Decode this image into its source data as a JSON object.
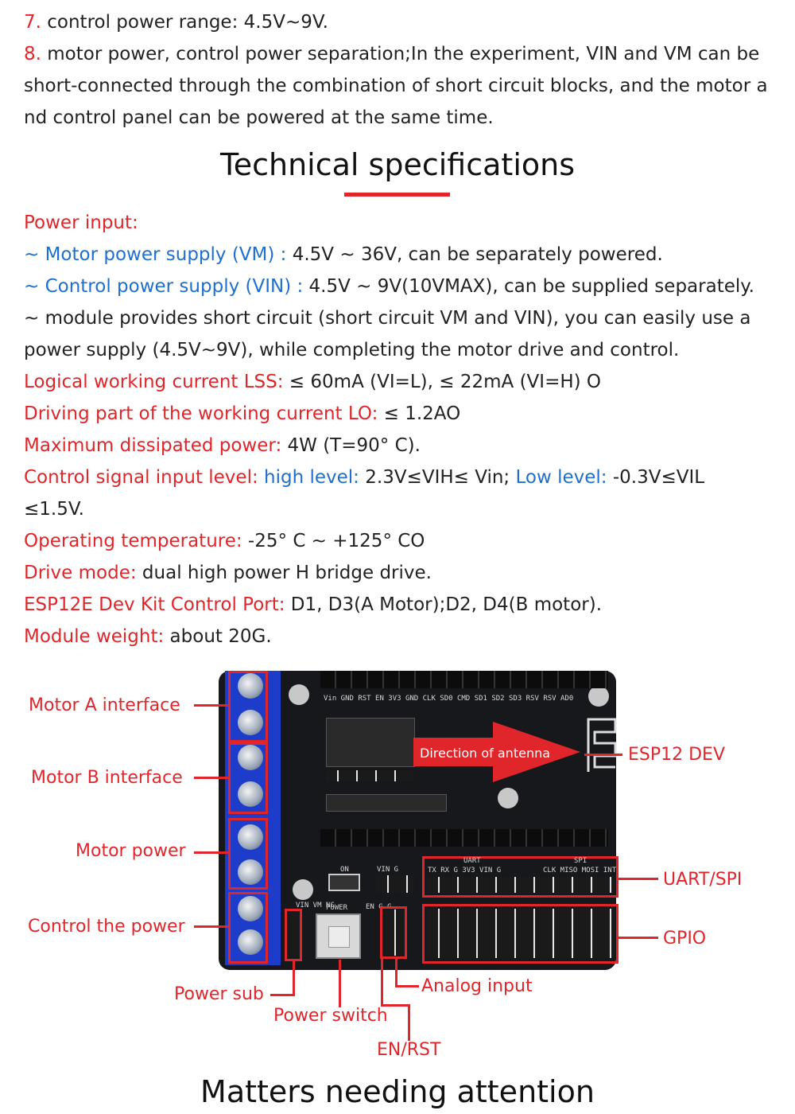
{
  "intro": {
    "item7_num": "7.",
    "item7_text": " control power range: 4.5V~9V.",
    "item8_num": "8.",
    "item8_line1": " motor power, control power separation;In the experiment, VIN and VM can be",
    "item8_line2": "short-connected through the combination of short circuit blocks, and the motor a",
    "item8_line3": "nd control panel can be powered at the same time."
  },
  "heading1": "Technical specifications",
  "specs": {
    "power_input": "Power input:",
    "vm_label": "~ Motor power supply (VM) :",
    "vm_value": " 4.5V ~ 36V, can be separately powered.",
    "vin_label": "~ Control power supply (VIN) :",
    "vin_value": " 4.5V ~ 9V(10VMAX), can be supplied separately.",
    "module_line1": "~ module provides short circuit (short circuit VM and VIN), you can easily use a",
    "module_line2": "power supply (4.5V~9V), while completing the motor drive and control.",
    "lss_label": "Logical working current LSS:",
    "lss_value": " ≤ 60mA (VI=L), ≤ 22mA (VI=H) O",
    "lo_label": "Driving part of the working current LO:",
    "lo_value": " ≤ 1.2AO",
    "pd_label": "Maximum dissipated power:",
    "pd_value": " 4W (T=90° C).",
    "sig_label": "Control signal input level:",
    "sig_high_label": " high level:",
    "sig_high_value": " 2.3V≤VIH≤ Vin;",
    "sig_low_label": " Low level:",
    "sig_low_value": " -0.3V≤VIL",
    "sig_line2": "≤1.5V.",
    "temp_label": "Operating temperature:",
    "temp_value": " -25° C ~ +125° CO",
    "drive_label": "Drive mode:",
    "drive_value": " dual high power H bridge drive.",
    "esp_label": "ESP12E Dev Kit Control Port:",
    "esp_value": " D1, D3(A Motor);D2, D4(B motor).",
    "weight_label": "Module weight:",
    "weight_value": " about 20G."
  },
  "diagram": {
    "motor_a": "Motor A interface",
    "motor_b": "Motor B interface",
    "motor_power": "Motor power",
    "control_power": "Control the power",
    "power_sub": "Power sub",
    "power_switch": "Power switch",
    "en_rst": "EN/RST",
    "analog_input": "Analog input",
    "esp12_dev": "ESP12 DEV",
    "uart_spi": "UART/SPI",
    "gpio": "GPIO",
    "antenna": "Direction of antenna",
    "silk_top": "Vin GND RST  EN  3V3 GND CLK SD0 CMD SD1 SD2 SD3 RSV RSV AD0",
    "silk_on": "ON",
    "silk_power": "POWER",
    "silk_ving": "VIN G",
    "silk_uart": "UART",
    "silk_uart_pins": "TX  RX  G  3V3 VIN G",
    "silk_spi": "SPI",
    "silk_spi_pins": "CLK MISO MOSI INT",
    "silk_vin_vm": "VIN VM NC",
    "silk_en_g": "EN G G"
  },
  "heading2": "Matters needing attention",
  "colors": {
    "accent_red": "#e0262a",
    "accent_blue": "#1e6fd0",
    "terminal_blue": "#1d3cc9"
  }
}
